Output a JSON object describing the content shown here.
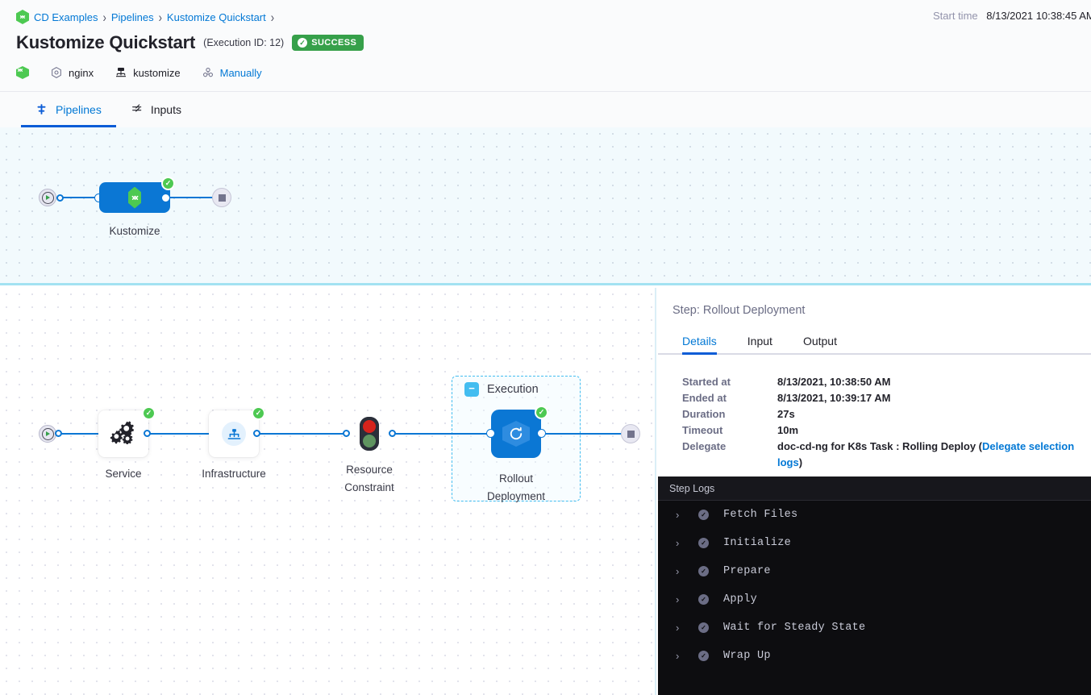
{
  "header": {
    "breadcrumb": [
      {
        "label": "CD Examples",
        "icon": "harness-module-icon"
      },
      {
        "label": "Pipelines",
        "icon": ""
      },
      {
        "label": "Kustomize Quickstart",
        "icon": ""
      }
    ],
    "title": "Kustomize Quickstart",
    "execution_id": "(Execution ID: 12)",
    "status": "SUCCESS",
    "status_color": "#36a04a",
    "meta": [
      {
        "icon": "harness-hexagon-icon",
        "label": ""
      },
      {
        "icon": "service-icon",
        "label": "nginx"
      },
      {
        "icon": "infrastructure-icon",
        "label": "kustomize"
      },
      {
        "icon": "trigger-icon",
        "label": "Manually",
        "link": true
      }
    ],
    "start_time_label": "Start time",
    "start_time_value": "8/13/2021 10:38:45 AM"
  },
  "tabs": [
    {
      "label": "Pipelines",
      "icon": "pipeline-icon",
      "active": true
    },
    {
      "label": "Inputs",
      "icon": "inputs-icon",
      "active": false
    }
  ],
  "top_graph": {
    "nodes": [
      {
        "name": "start",
        "type": "start"
      },
      {
        "name": "Kustomize",
        "type": "stage",
        "status": "success",
        "icon": "kustomize-icon"
      },
      {
        "name": "stop",
        "type": "stop"
      }
    ]
  },
  "stage_bar": {
    "selected_stage": "Kustomize",
    "segments": [
      "Infrastructure",
      "Execution"
    ]
  },
  "bottom_graph": {
    "nodes": [
      {
        "name": "start",
        "type": "start"
      },
      {
        "label": "Service",
        "type": "step",
        "status": "success",
        "icon": "service-gears-icon"
      },
      {
        "label": "Infrastructure",
        "type": "step",
        "status": "success",
        "icon": "infrastructure-node-icon"
      },
      {
        "label": "Resource Constraint",
        "type": "barrier",
        "icon": "traffic-light-icon"
      },
      {
        "label": "Rollout Deployment",
        "type": "step",
        "status": "success",
        "icon": "rollout-icon",
        "selected": true
      },
      {
        "name": "stop",
        "type": "stop"
      }
    ],
    "group": {
      "title": "Execution",
      "collapse_icon": "minus-icon"
    }
  },
  "panel": {
    "title": "Step: Rollout Deployment",
    "tabs": [
      {
        "label": "Details",
        "active": true
      },
      {
        "label": "Input",
        "active": false
      },
      {
        "label": "Output",
        "active": false
      }
    ],
    "details": [
      {
        "key": "Started at",
        "value": "8/13/2021, 10:38:50 AM"
      },
      {
        "key": "Ended at",
        "value": "8/13/2021, 10:39:17 AM"
      },
      {
        "key": "Duration",
        "value": "27s"
      },
      {
        "key": "Timeout",
        "value": "10m"
      },
      {
        "key": "Delegate",
        "value": "doc-cd-ng for K8s Task : Rolling Deploy (",
        "link": "Delegate selection logs",
        "value_tail": ")"
      }
    ]
  },
  "logs": {
    "header": "Step Logs",
    "rows": [
      {
        "label": "Fetch Files",
        "status": "success"
      },
      {
        "label": "Initialize",
        "status": "success"
      },
      {
        "label": "Prepare",
        "status": "success"
      },
      {
        "label": "Apply",
        "status": "success"
      },
      {
        "label": "Wait for Steady State",
        "status": "success"
      },
      {
        "label": "Wrap Up",
        "status": "success"
      }
    ]
  }
}
